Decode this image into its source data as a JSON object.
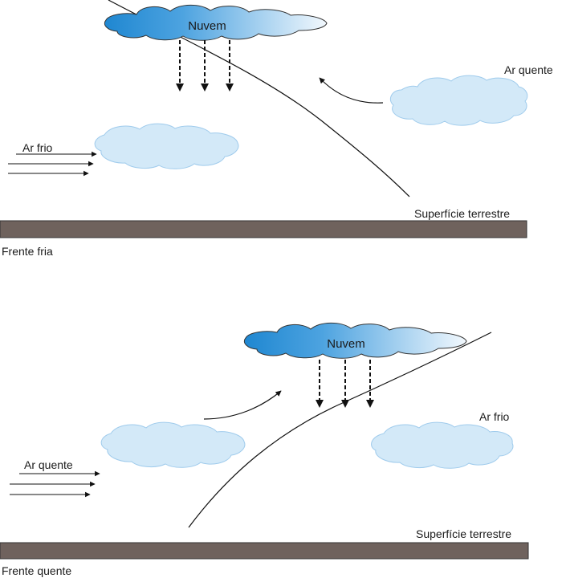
{
  "panels": {
    "cold_front": {
      "caption": "Frente fria",
      "cloud_label": "Nuvem",
      "warm_air_label": "Ar quente",
      "cold_air_label": "Ar frio",
      "surface_label": "Superfície terrestre"
    },
    "warm_front": {
      "caption": "Frente quente",
      "cloud_label": "Nuvem",
      "warm_air_label": "Ar quente",
      "cold_air_label": "Ar frio",
      "surface_label": "Superfície terrestre"
    }
  },
  "colors": {
    "rain_cloud_dark": "#1f87d1",
    "rain_cloud_light": "#f2f8fd",
    "air_cloud_fill": "#d3e9f8",
    "air_cloud_stroke": "#9fcbec",
    "surface_fill": "#6f625d",
    "line": "#111111"
  }
}
